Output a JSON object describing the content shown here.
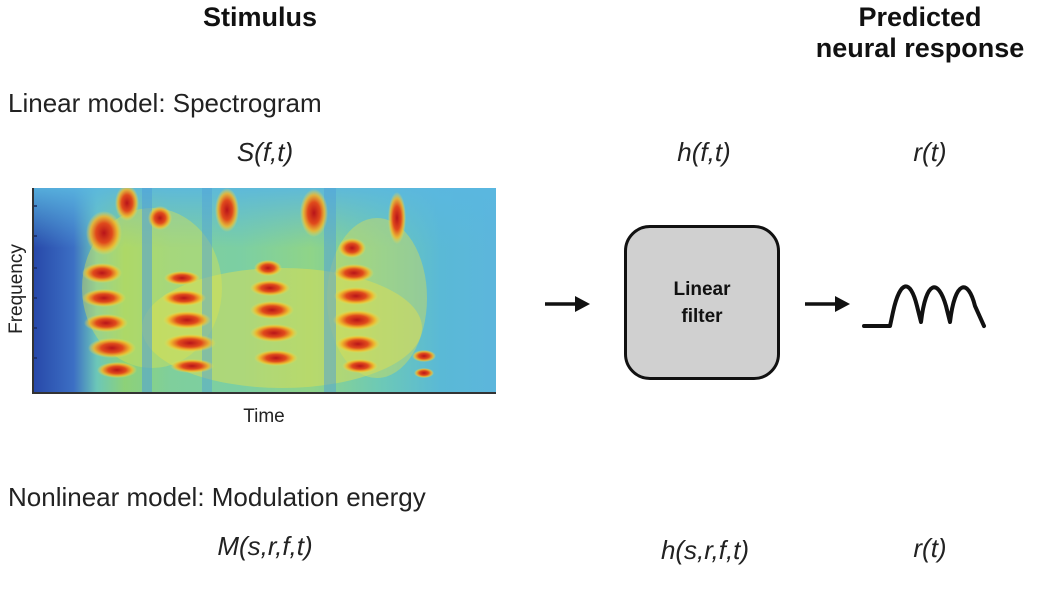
{
  "headers": {
    "stimulus": "Stimulus",
    "response": "Predicted\nneural response"
  },
  "linear_model": {
    "title": "Linear model: Spectrogram",
    "stimulus_expr": "S(f,t)",
    "filter_expr": "h(f,t)",
    "response_expr": "r(t)",
    "filter_label": "Linear\nfilter",
    "spectrogram": {
      "y_label": "Frequency",
      "x_label": "Time"
    }
  },
  "nonlinear_model": {
    "title": "Nonlinear model: Modulation energy",
    "stimulus_expr": "M(s,r,f,t)",
    "filter_expr": "h(s,r,f,t)",
    "response_expr": "r(t)"
  },
  "colors": {
    "filter_box": "#d0d0d0",
    "spectrogram_background": "#56b8dc",
    "spectrogram_peak": "#c8201a"
  },
  "icons": [
    "right-arrow-icon",
    "neural-response-waveform-icon"
  ]
}
